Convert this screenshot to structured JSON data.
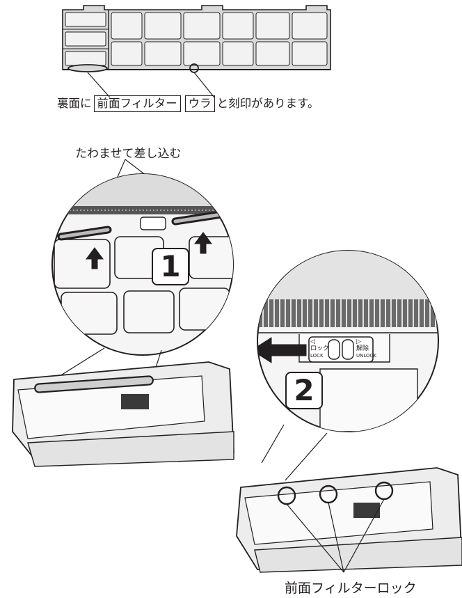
{
  "caption_top": {
    "prefix": "裏面に",
    "box1": "前面フィルター",
    "box2": "ウラ",
    "suffix": "と刻印があります。"
  },
  "caption_middle": "たわませて差し込む",
  "step_numbers": [
    "1",
    "2"
  ],
  "switch_labels": {
    "lock": "ロック",
    "lock_en": "LOCK",
    "unlock": "解除",
    "unlock_en": "UNLOCK"
  },
  "caption_bottom": "前面フィルターロック",
  "colors": {
    "line": "#231f20",
    "gray_fill": "#d9d9d9",
    "dark_fill": "#3a3a3a"
  }
}
